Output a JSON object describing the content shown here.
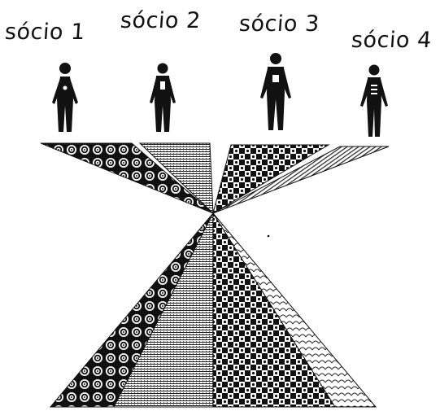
{
  "partners": [
    {
      "label": "sócio 1",
      "pattern": "concentric-circles"
    },
    {
      "label": "sócio 2",
      "pattern": "fine-stipple"
    },
    {
      "label": "sócio 3",
      "pattern": "checker-dots"
    },
    {
      "label": "sócio 4",
      "pattern": "fine-lines"
    }
  ],
  "colors": {
    "ink": "#111111",
    "paper": "#ffffff"
  },
  "icons": {
    "person": "person-figure-icon"
  }
}
